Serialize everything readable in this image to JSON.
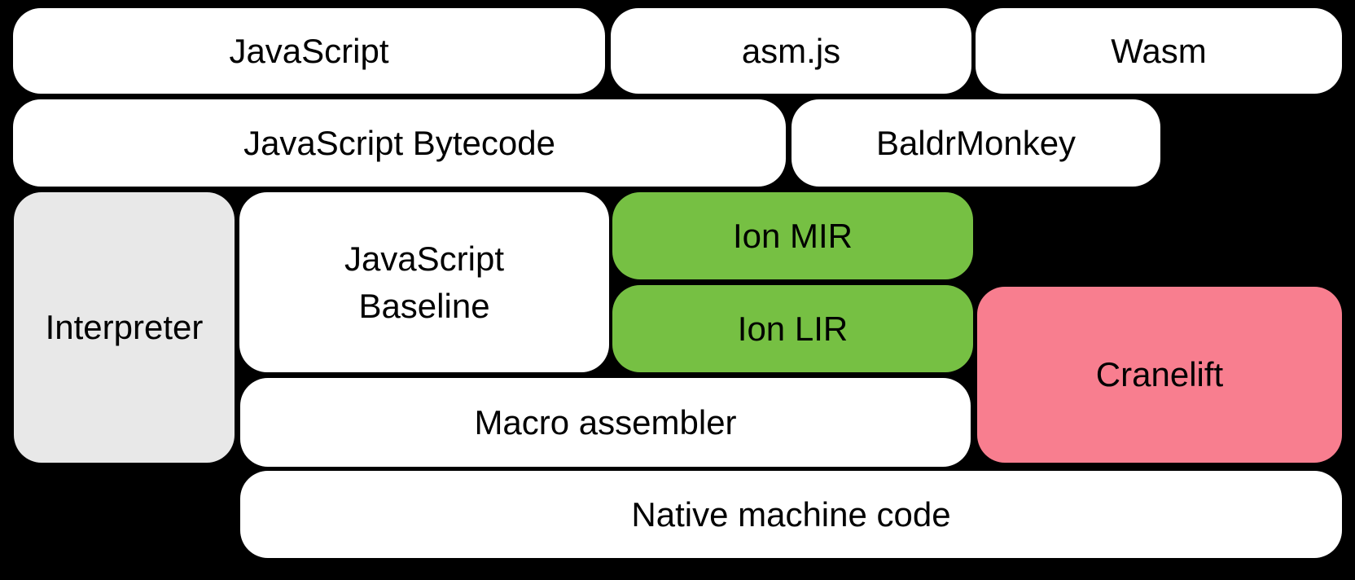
{
  "diagram": {
    "title": "JavaScript / Wasm engine compilation pipeline",
    "background_color": "#000000",
    "text_color": "#000000",
    "colors": {
      "white": "#ffffff",
      "gray": "#e8e8e8",
      "green": "#76c043",
      "pink": "#f87e8f"
    },
    "boxes": {
      "javascript": {
        "label": "JavaScript",
        "color": "#ffffff"
      },
      "asmjs": {
        "label": "asm.js",
        "color": "#ffffff"
      },
      "wasm": {
        "label": "Wasm",
        "color": "#ffffff"
      },
      "bytecode": {
        "label": "JavaScript Bytecode",
        "color": "#ffffff"
      },
      "baldrmonkey": {
        "label": "BaldrMonkey",
        "color": "#ffffff"
      },
      "interpreter": {
        "label": "Interpreter",
        "color": "#e8e8e8"
      },
      "baseline": {
        "label": "JavaScript\nBaseline",
        "color": "#ffffff"
      },
      "ionmir": {
        "label": "Ion MIR",
        "color": "#76c043"
      },
      "ionlir": {
        "label": "Ion LIR",
        "color": "#76c043"
      },
      "cranelift": {
        "label": "Cranelift",
        "color": "#f87e8f"
      },
      "macro": {
        "label": "Macro assembler",
        "color": "#ffffff"
      },
      "native": {
        "label": "Native machine code",
        "color": "#ffffff"
      }
    }
  }
}
